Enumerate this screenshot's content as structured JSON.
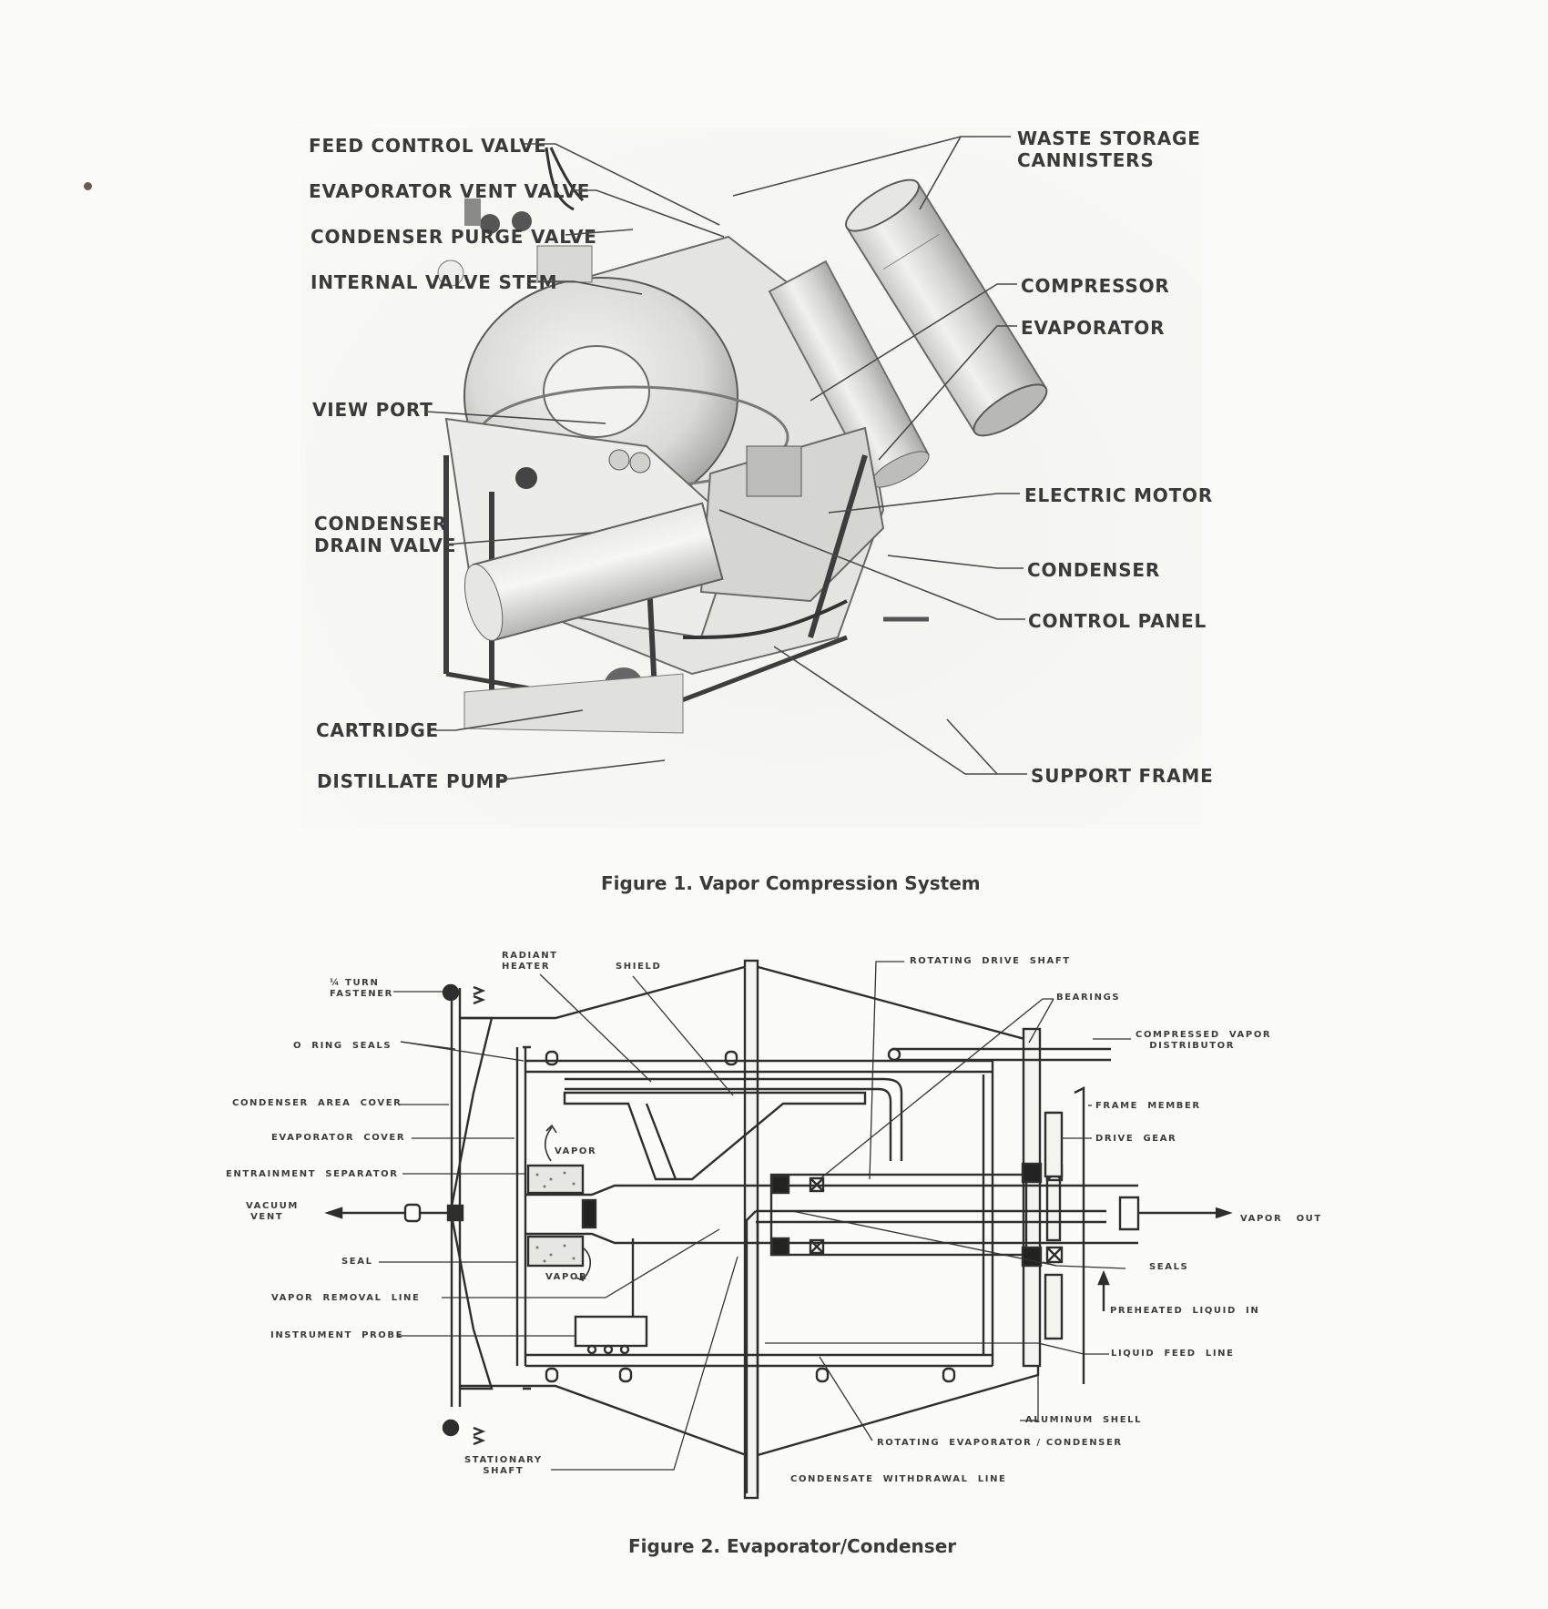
{
  "figure1": {
    "caption": "Figure 1.  Vapor Compression System",
    "labels": {
      "feed_control_valve": "FEED CONTROL VALVE",
      "evaporator_vent_valve": "EVAPORATOR VENT VALVE",
      "condenser_purge_valve": "CONDENSER PURGE VALVE",
      "internal_valve_stem": "INTERNAL VALVE STEM",
      "view_port": "VIEW PORT",
      "condenser_drain_valve": "CONDENSER\nDRAIN VALVE",
      "cartridge": "CARTRIDGE",
      "distillate_pump": "DISTILLATE PUMP",
      "waste_storage_cannisters": "WASTE STORAGE\nCANNISTERS",
      "compressor": "COMPRESSOR",
      "evaporator": "EVAPORATOR",
      "electric_motor": "ELECTRIC MOTOR",
      "condenser": "CONDENSER",
      "control_panel": "CONTROL PANEL",
      "support_frame": "SUPPORT FRAME"
    }
  },
  "figure2": {
    "caption": "Figure 2.  Evaporator/Condenser",
    "labels": {
      "quarter_turn_fastener": "¼ TURN\nFASTENER",
      "radiant_heater": "RADIANT\nHEATER",
      "shield": "SHIELD",
      "rotating_drive_shaft": "ROTATING  DRIVE  SHAFT",
      "bearings": "BEARINGS",
      "o_ring_seals": "O  RING  SEALS",
      "compressed_vapor_distributor": "COMPRESSED  VAPOR\n   DISTRIBUTOR",
      "condenser_area_cover": "CONDENSER  AREA  COVER",
      "frame_member": "FRAME  MEMBER",
      "evaporator_cover": "EVAPORATOR  COVER",
      "drive_gear": "DRIVE  GEAR",
      "vapor_top": "VAPOR",
      "entrainment_separator": "ENTRAINMENT  SEPARATOR",
      "vacuum_vent": "VACUUM\n VENT",
      "vapor_out": "VAPOR   OUT",
      "seal": "SEAL",
      "vapor_bottom": "VAPOR",
      "seals": "SEALS",
      "vapor_removal_line": "VAPOR  REMOVAL  LINE",
      "preheated_liquid_in": "PREHEATED  LIQUID  IN",
      "instrument_probe": "INSTRUMENT  PROBE",
      "liquid_feed_line": "LIQUID  FEED  LINE",
      "aluminum_shell": "ALUMINUM  SHELL",
      "rotating_evaporator_condenser": "ROTATING  EVAPORATOR / CONDENSER",
      "stationary_shaft": "STATIONARY\n    SHAFT",
      "condensate_withdrawal_line": "CONDENSATE  WITHDRAWAL  LINE"
    }
  }
}
